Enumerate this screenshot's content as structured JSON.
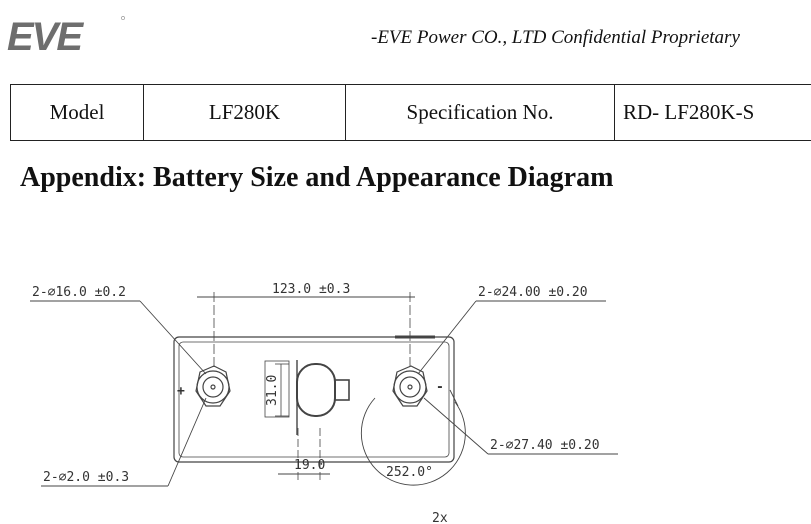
{
  "logo": {
    "text": "EVE"
  },
  "header": {
    "confidential": "-EVE Power CO., LTD Confidential Proprietary"
  },
  "spec_table": {
    "model_label": "Model",
    "model_value": "LF280K",
    "spec_label": "Specification No.",
    "spec_value": "RD- LF280K-S"
  },
  "appendix_title": "Appendix: Battery Size and Appearance Diagram",
  "drawing": {
    "dim_terminal_hole": "2-∅16.0 ±0.2",
    "dim_center_distance": "123.0 ±0.3",
    "dim_terminal_outer": "2-∅24.00 ±0.20",
    "dim_hex_span": "2-∅27.40 ±0.20",
    "dim_small_hole": "2-∅2.0 ±0.3",
    "dim_vent_height": "31.0",
    "dim_vent_width": "19.0",
    "dim_angle": "252.0°",
    "dim_count": "2x",
    "plus_sign": "+",
    "minus_sign": "-"
  }
}
